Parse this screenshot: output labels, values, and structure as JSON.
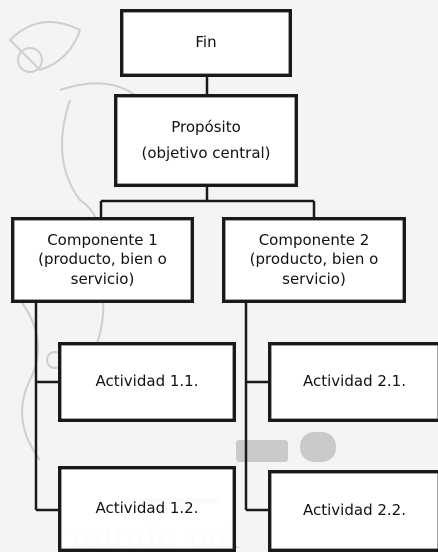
{
  "diagram": {
    "fin": {
      "label": "Fin"
    },
    "proposito": {
      "line1": "Propósito",
      "line2": "(objetivo central)"
    },
    "componente1": {
      "line1": "Componente 1",
      "line2": "(producto, bien o",
      "line3": "servicio)"
    },
    "componente2": {
      "line1": "Componente 2",
      "line2": "(producto, bien o",
      "line3": "servicio)"
    },
    "actividad11": {
      "label": "Actividad 1.1."
    },
    "actividad12": {
      "label": "Actividad 1.2."
    },
    "actividad21": {
      "label": "Actividad 2.1."
    },
    "actividad22": {
      "label": "Actividad 2.2."
    }
  },
  "colors": {
    "background": "#f4f4f4",
    "box_fill": "#ffffff",
    "line": "#1a1a1a",
    "watermark": "#9a9a9a"
  }
}
